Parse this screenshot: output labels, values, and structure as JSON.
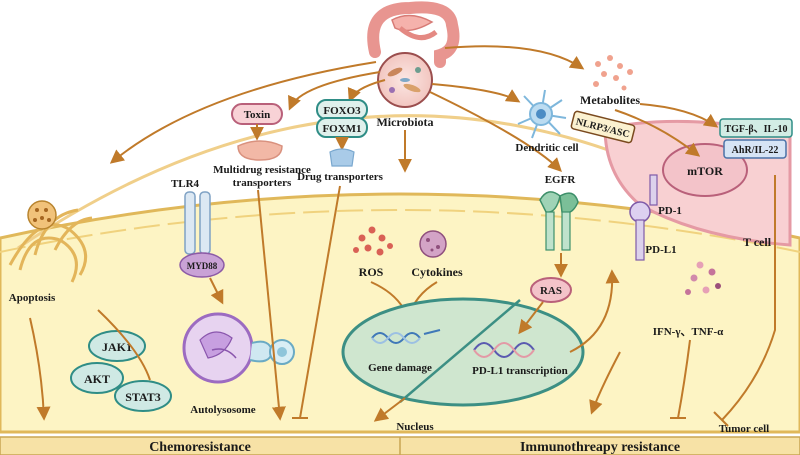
{
  "labels": {
    "microbiota": "Microbiota",
    "toxin": "Toxin",
    "multidrug": "Multidrug resistance",
    "transporters": "transporters",
    "foxo3": "FOXO3",
    "foxm1": "FOXM1",
    "drug_transporters": "Drug transporters",
    "dendritic_cell": "Dendritic cell",
    "metabolites": "Metabolites",
    "nlrp3": "NLRP3/ASC",
    "tgf": "TGF-β、IL-10",
    "ahr": "AhR/IL-22",
    "mtor": "mTOR",
    "t_cell": "T cell",
    "tlr4": "TLR4",
    "myd88": "MYD88",
    "egfr": "EGFR",
    "pd1": "PD-1",
    "pdl1": "PD-L1",
    "ros": "ROS",
    "cytokines": "Cytokines",
    "ras": "RAS",
    "apoptosis": "Apoptosis",
    "jak1": "JAK1",
    "akt": "AKT",
    "stat3": "STAT3",
    "gene_damage": "Gene damage",
    "pdl1_transcription": "PD-L1 transcription",
    "autolysosome": "Autolysosome",
    "ifn_tnf": "IFN-γ、TNF-α",
    "nucleus": "Nucleus",
    "tumor_cell": "Tumor cell",
    "chemoresistance": "Chemoresistance",
    "immunotherapy": "Immunothreapy resistance"
  },
  "colors": {
    "arrow": "#c07a2a",
    "cell_fill": "#fdf4c4",
    "cell_stroke": "#e0b85a",
    "nucleus_fill": "#cfe6cf",
    "nucleus_stroke": "#3c8f84",
    "node_teal": "#2f8d86",
    "node_fill": "#cfe9e4",
    "pink": "#f3c3c9",
    "pink_stroke": "#b9607a",
    "bar_fill": "#f7e2a6"
  }
}
